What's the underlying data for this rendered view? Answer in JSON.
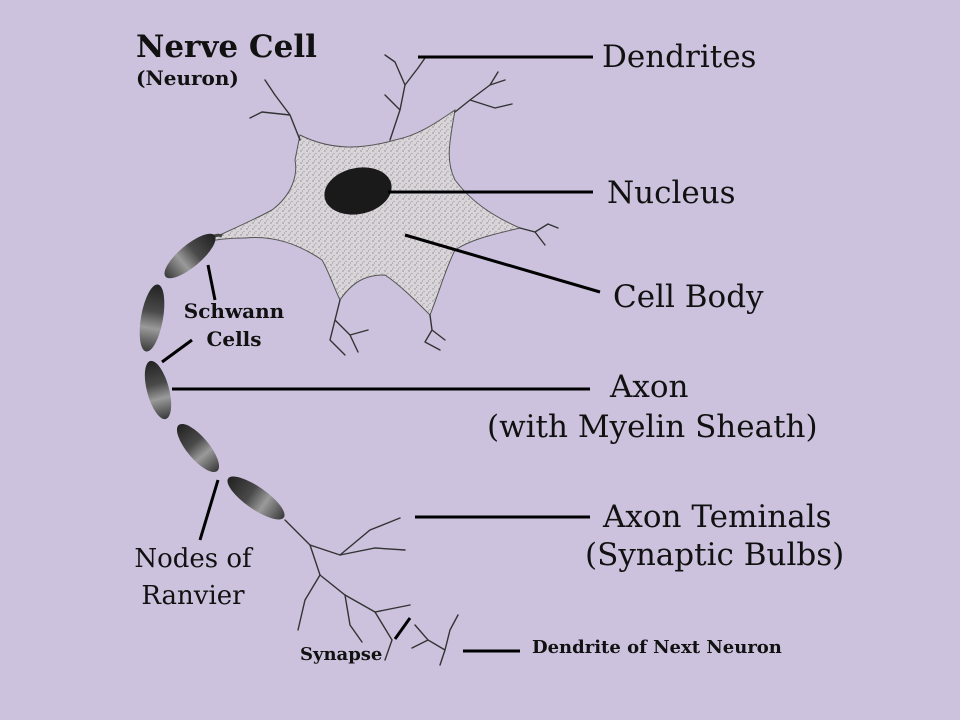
{
  "title": {
    "main": "Nerve Cell",
    "sub": "(Neuron)"
  },
  "labels": {
    "dendrites": "Dendrites",
    "nucleus": "Nucleus",
    "cell_body": "Cell Body",
    "axon_line1": "Axon",
    "axon_line2": "(with Myelin Sheath)",
    "terminals_line1": "Axon Teminals",
    "terminals_line2": "(Synaptic Bulbs)",
    "schwann_line1": "Schwann",
    "schwann_line2": "Cells",
    "nodes_line1": "Nodes of",
    "nodes_line2": "Ranvier",
    "synapse": "Synapse",
    "next_dendrite": "Dendrite of Next Neuron"
  },
  "colors": {
    "background": "#ccc2dd",
    "ink": "#111111",
    "cell_fill": "#d6d3d6",
    "nucleus": "#1a1a1a"
  }
}
